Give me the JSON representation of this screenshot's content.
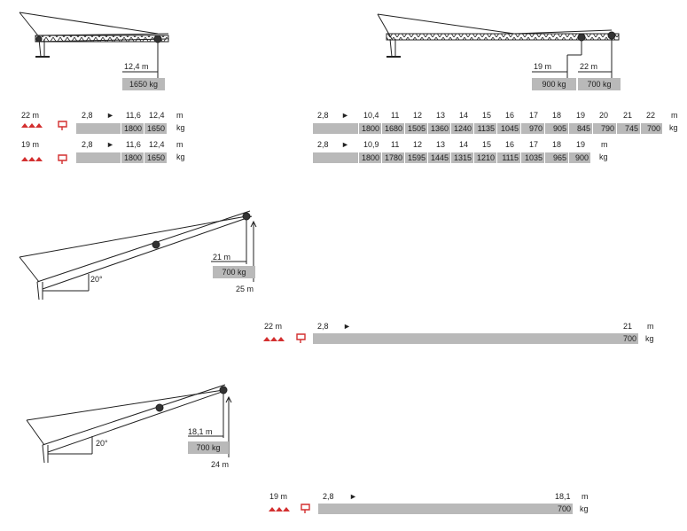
{
  "top_left": {
    "drawing": {
      "reach": "12,4 m",
      "load": "1650 kg"
    },
    "rows": [
      {
        "jib": "22 m",
        "cols": [
          "2,8",
          "►",
          "11,6",
          "12,4"
        ],
        "unit_dist": "m",
        "loads": [
          "1800",
          "1650"
        ],
        "unit_load": "kg"
      },
      {
        "jib": "19 m",
        "cols": [
          "2,8",
          "►",
          "11,6",
          "12,4"
        ],
        "unit_dist": "m",
        "loads": [
          "1800",
          "1650"
        ],
        "unit_load": "kg"
      }
    ]
  },
  "top_right": {
    "drawing": {
      "reach_a": "19 m",
      "load_a": "900 kg",
      "reach_b": "22 m",
      "load_b": "700 kg"
    },
    "rows": [
      {
        "cols": [
          "2,8",
          "►",
          "10,4",
          "11",
          "12",
          "13",
          "14",
          "15",
          "16",
          "17",
          "18",
          "19",
          "20",
          "21",
          "22"
        ],
        "unit_dist": "m",
        "loads": [
          "1800",
          "1680",
          "1505",
          "1360",
          "1240",
          "1135",
          "1045",
          "970",
          "905",
          "845",
          "790",
          "745",
          "700"
        ],
        "unit_load": "kg"
      },
      {
        "cols": [
          "2,8",
          "►",
          "10,9",
          "11",
          "12",
          "13",
          "14",
          "15",
          "16",
          "17",
          "18",
          "19"
        ],
        "unit_dist": "m",
        "loads": [
          "1800",
          "1780",
          "1595",
          "1445",
          "1315",
          "1210",
          "1115",
          "1035",
          "965",
          "900"
        ],
        "unit_load": "kg"
      }
    ]
  },
  "mid": {
    "drawing": {
      "angle": "20°",
      "reach": "21 m",
      "load": "700 kg",
      "height": "25 m"
    },
    "row": {
      "jib": "22 m",
      "start": "2,8",
      "arrow": "►",
      "end": "21",
      "unit_dist": "m",
      "load": "700",
      "unit_load": "kg"
    }
  },
  "bottom": {
    "drawing": {
      "angle": "20°",
      "reach": "18,1 m",
      "load": "700 kg",
      "height": "24 m"
    },
    "row": {
      "jib": "19 m",
      "start": "2,8",
      "arrow": "►",
      "end": "18,1",
      "unit_dist": "m",
      "load": "700",
      "unit_load": "kg"
    }
  },
  "colors": {
    "bar": "#b9b9b9",
    "icon": "#d32f2f",
    "line": "#222222"
  },
  "icons": [
    "trolley-icon",
    "hook-icon"
  ]
}
